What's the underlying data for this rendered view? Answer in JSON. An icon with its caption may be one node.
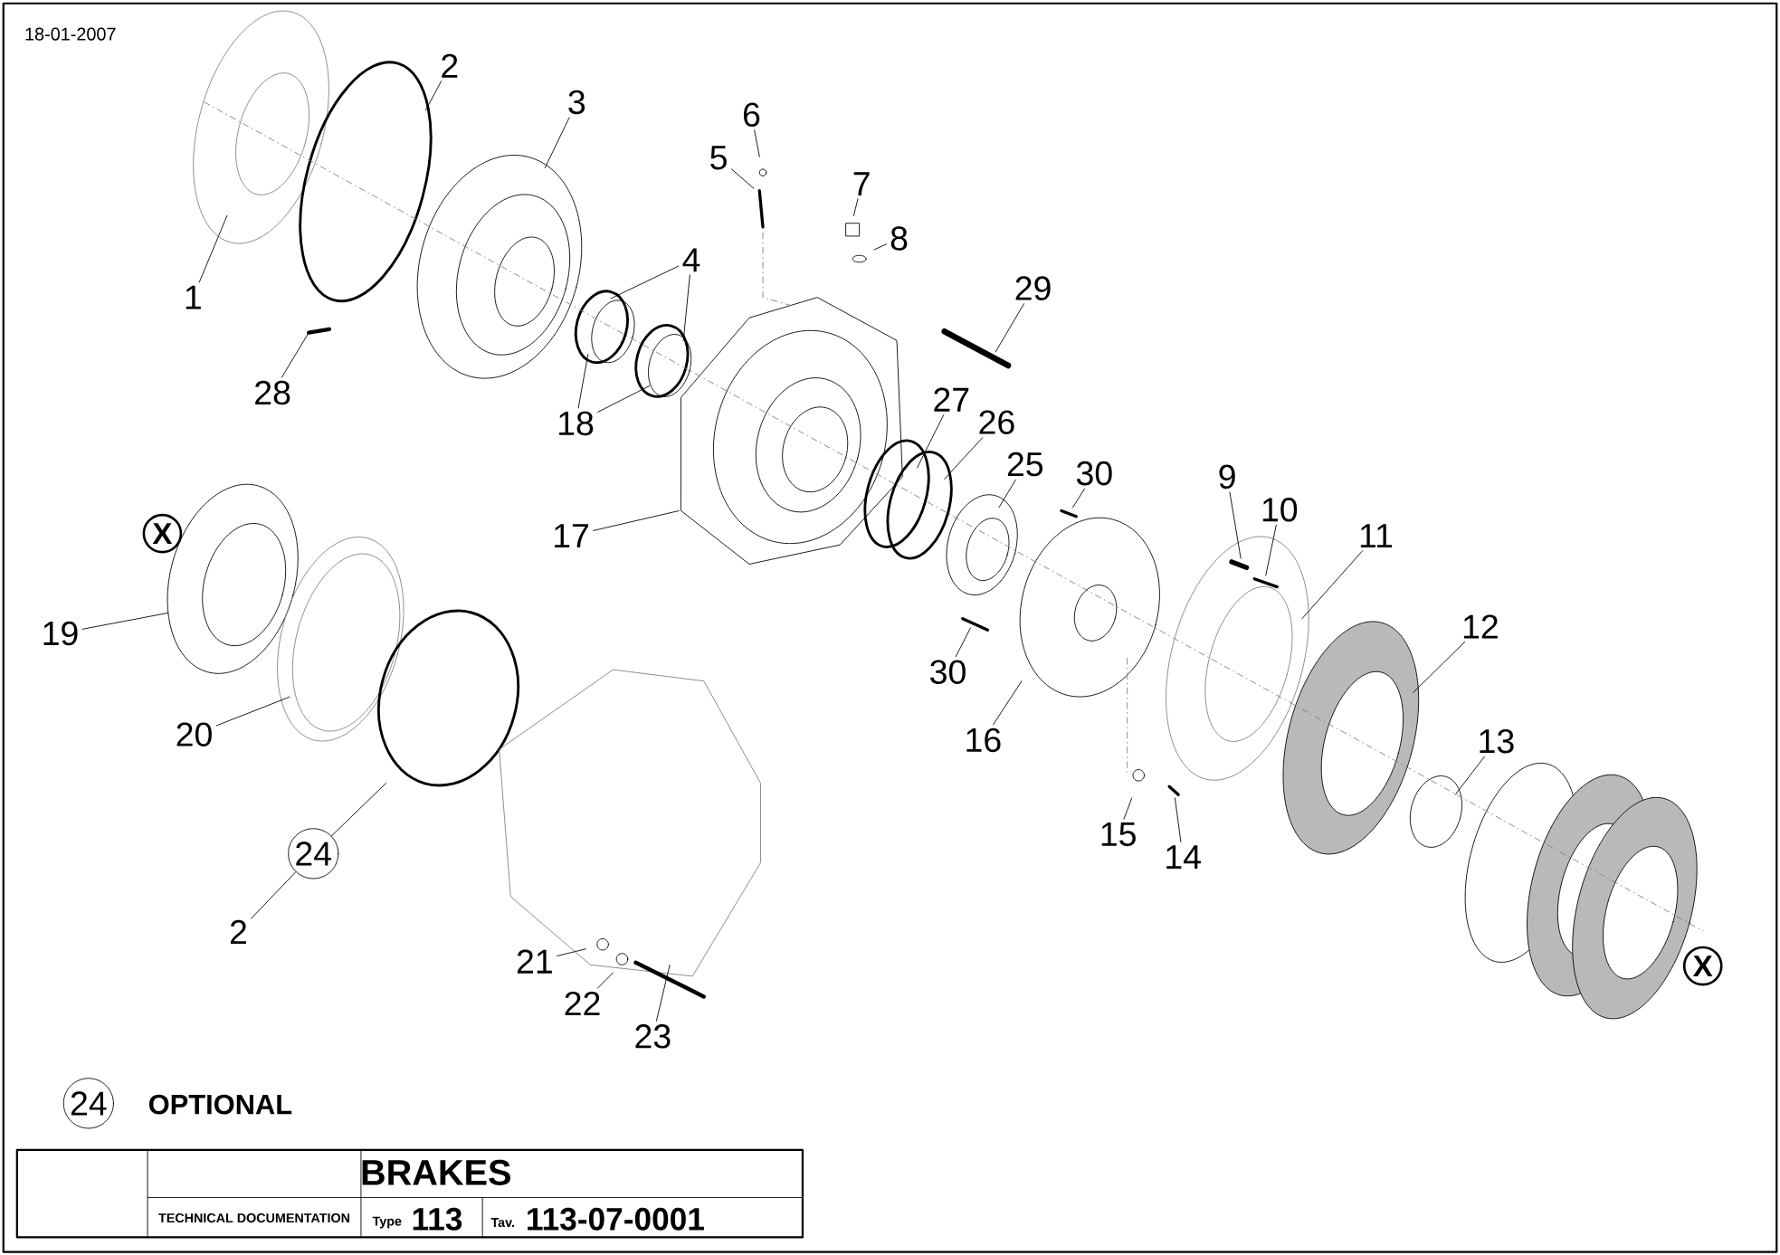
{
  "diagram": {
    "title": "BRAKES",
    "nodes": [
      {
        "text": [
          "2"
        ]
      },
      {
        "text": [
          "3"
        ]
      },
      {
        "text": [
          "6"
        ]
      },
      {
        "text": [
          "5"
        ]
      },
      {
        "text": [
          "7"
        ]
      },
      {
        "text": [
          "4"
        ]
      },
      {
        "text": [
          "8"
        ]
      },
      {
        "text": [
          "29"
        ]
      },
      {
        "text": [
          "1"
        ]
      },
      {
        "text": [
          "28"
        ]
      },
      {
        "text": [
          "18"
        ]
      },
      {
        "text": [
          "27"
        ]
      },
      {
        "text": [
          "26"
        ]
      },
      {
        "text": [
          "25"
        ]
      },
      {
        "text": [
          "30"
        ]
      },
      {
        "text": [
          "9"
        ]
      },
      {
        "text": [
          "10"
        ]
      },
      {
        "text": [
          "11"
        ]
      },
      {
        "text": [
          "17"
        ]
      },
      {
        "text": [
          "19"
        ]
      },
      {
        "text": [
          "12"
        ]
      },
      {
        "text": [
          "16"
        ]
      },
      {
        "text": [
          "30"
        ]
      },
      {
        "text": [
          "20"
        ]
      },
      {
        "text": [
          "13"
        ]
      },
      {
        "text": [
          "15"
        ]
      },
      {
        "text": [
          "14"
        ]
      },
      {
        "text": [
          "24"
        ]
      },
      {
        "text": [
          "2"
        ]
      },
      {
        "text": [
          "21"
        ]
      },
      {
        "text": [
          "22"
        ]
      },
      {
        "text": [
          "23"
        ]
      }
    ],
    "edges": [
      {
        "from": 0,
        "to": null,
        "arrow": "none"
      },
      {
        "from": 1,
        "to": null,
        "arrow": "none"
      },
      {
        "from": 2,
        "to": null,
        "arrow": "none"
      },
      {
        "from": 3,
        "to": null,
        "arrow": "none"
      },
      {
        "from": 4,
        "to": null,
        "arrow": "none"
      },
      {
        "from": 5,
        "to": null,
        "arrow": "none"
      },
      {
        "from": 5,
        "to": null,
        "arrow": "none"
      },
      {
        "from": 6,
        "to": null,
        "arrow": "none"
      },
      {
        "from": 7,
        "to": null,
        "arrow": "none"
      },
      {
        "from": 8,
        "to": null,
        "arrow": "none"
      },
      {
        "from": 9,
        "to": null,
        "arrow": "none"
      },
      {
        "from": 10,
        "to": null,
        "arrow": "none"
      },
      {
        "from": 10,
        "to": null,
        "arrow": "none"
      },
      {
        "from": 11,
        "to": null,
        "arrow": "none"
      },
      {
        "from": 12,
        "to": null,
        "arrow": "none"
      },
      {
        "from": 13,
        "to": null,
        "arrow": "none"
      },
      {
        "from": 14,
        "to": null,
        "arrow": "none"
      },
      {
        "from": 15,
        "to": null,
        "arrow": "none"
      },
      {
        "from": 16,
        "to": null,
        "arrow": "none"
      },
      {
        "from": 17,
        "to": null,
        "arrow": "none"
      },
      {
        "from": 18,
        "to": null,
        "arrow": "none"
      },
      {
        "from": 19,
        "to": null,
        "arrow": "none"
      },
      {
        "from": 20,
        "to": null,
        "arrow": "none"
      },
      {
        "from": 21,
        "to": null,
        "arrow": "none"
      },
      {
        "from": 22,
        "to": null,
        "arrow": "none"
      },
      {
        "from": 23,
        "to": null,
        "arrow": "none"
      },
      {
        "from": 24,
        "to": null,
        "arrow": "none"
      },
      {
        "from": 25,
        "to": null,
        "arrow": "none"
      },
      {
        "from": 26,
        "to": null,
        "arrow": "none"
      },
      {
        "from": 28,
        "to": 27,
        "arrow": "none"
      },
      {
        "from": 27,
        "to": null,
        "arrow": "none"
      },
      {
        "from": 29,
        "to": null,
        "arrow": "none"
      },
      {
        "from": 30,
        "to": null,
        "arrow": "none"
      },
      {
        "from": 31,
        "to": null,
        "arrow": "none"
      }
    ],
    "labels": [
      "18-01-2007",
      "X",
      "X",
      "24",
      "OPTIONAL",
      "TECHNICAL DOCUMENTATION",
      "Type",
      "113",
      "Tav.",
      "113-07-0001"
    ]
  }
}
